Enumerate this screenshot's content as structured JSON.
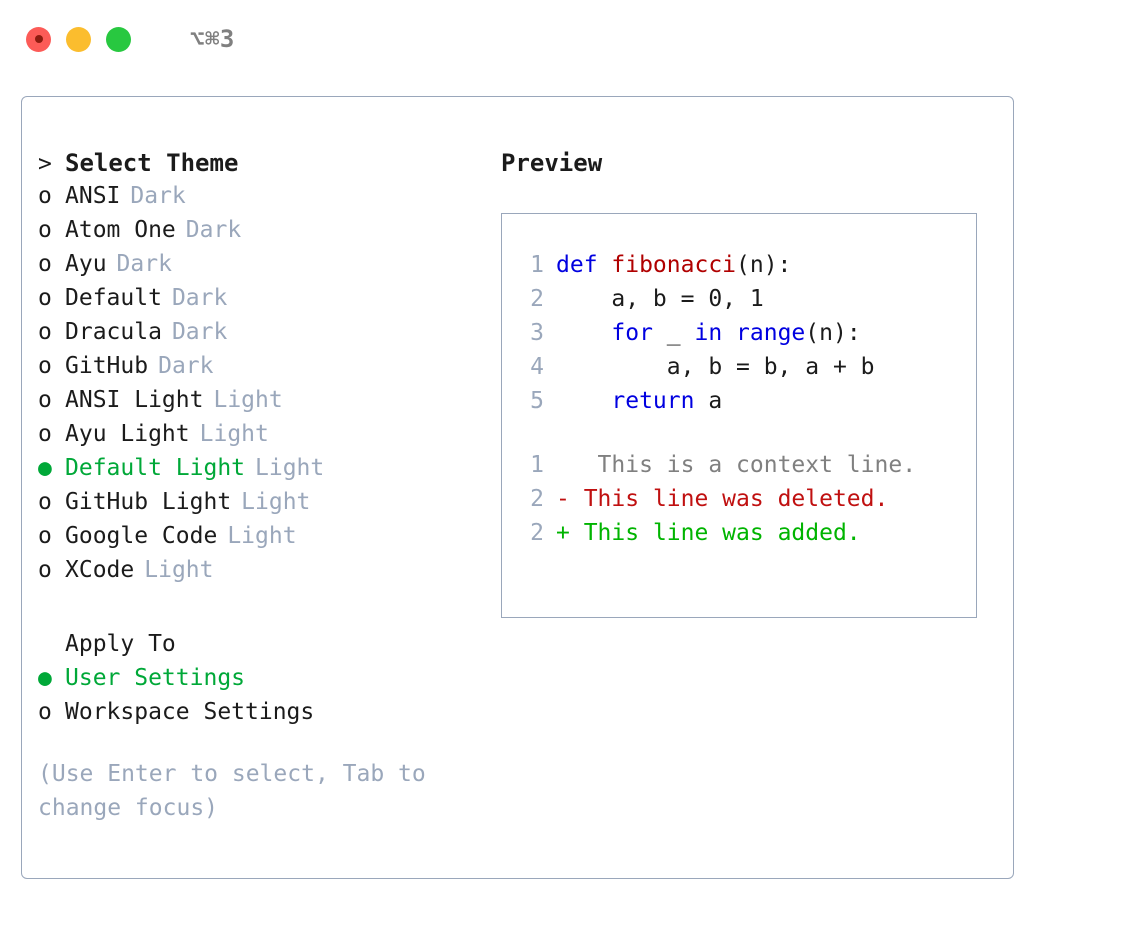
{
  "titlebar": {
    "shortcut": "⌥⌘3",
    "buttons": [
      {
        "name": "close",
        "color": "#fc5b57"
      },
      {
        "name": "minimize",
        "color": "#fbbd2e"
      },
      {
        "name": "maximize",
        "color": "#28c840"
      }
    ]
  },
  "theme_picker": {
    "header_marker": ">",
    "header": "Select Theme",
    "items": [
      {
        "marker": "o",
        "label": "ANSI",
        "tag": "Dark",
        "selected": false
      },
      {
        "marker": "o",
        "label": "Atom One",
        "tag": "Dark",
        "selected": false
      },
      {
        "marker": "o",
        "label": "Ayu",
        "tag": "Dark",
        "selected": false
      },
      {
        "marker": "o",
        "label": "Default",
        "tag": "Dark",
        "selected": false
      },
      {
        "marker": "o",
        "label": "Dracula",
        "tag": "Dark",
        "selected": false
      },
      {
        "marker": "o",
        "label": "GitHub",
        "tag": "Dark",
        "selected": false
      },
      {
        "marker": "o",
        "label": "ANSI Light",
        "tag": "Light",
        "selected": false
      },
      {
        "marker": "o",
        "label": "Ayu Light",
        "tag": "Light",
        "selected": false
      },
      {
        "marker": "●",
        "label": "Default Light",
        "tag": "Light",
        "selected": true
      },
      {
        "marker": "o",
        "label": "GitHub Light",
        "tag": "Light",
        "selected": false
      },
      {
        "marker": "o",
        "label": "Google Code",
        "tag": "Light",
        "selected": false
      },
      {
        "marker": "o",
        "label": "XCode",
        "tag": "Light",
        "selected": false
      }
    ]
  },
  "apply_to": {
    "header": "Apply To",
    "options": [
      {
        "marker": "●",
        "label": "User Settings",
        "selected": true
      },
      {
        "marker": "o",
        "label": "Workspace Settings",
        "selected": false
      }
    ]
  },
  "hint": "(Use Enter to select, Tab to change focus)",
  "preview": {
    "title": "Preview",
    "code_lines": [
      {
        "num": "1",
        "tokens": [
          {
            "t": "def ",
            "k": "kw"
          },
          {
            "t": "fibonacci",
            "k": "fn"
          },
          {
            "t": "(n):",
            "k": "txt"
          }
        ]
      },
      {
        "num": "2",
        "tokens": [
          {
            "t": "    a, b = 0, 1",
            "k": "txt"
          }
        ]
      },
      {
        "num": "3",
        "tokens": [
          {
            "t": "    ",
            "k": "txt"
          },
          {
            "t": "for",
            "k": "kw"
          },
          {
            "t": " _ ",
            "k": "txt"
          },
          {
            "t": "in",
            "k": "kw"
          },
          {
            "t": " ",
            "k": "txt"
          },
          {
            "t": "range",
            "k": "kw"
          },
          {
            "t": "(n):",
            "k": "txt"
          }
        ]
      },
      {
        "num": "4",
        "tokens": [
          {
            "t": "        a, b = b, a + b",
            "k": "txt"
          }
        ]
      },
      {
        "num": "5",
        "tokens": [
          {
            "t": "    ",
            "k": "txt"
          },
          {
            "t": "return",
            "k": "kw"
          },
          {
            "t": " a",
            "k": "txt"
          }
        ]
      }
    ],
    "diff_lines": [
      {
        "num": "1",
        "marker": " ",
        "text": "  This is a context line.",
        "kind": "context"
      },
      {
        "num": "2",
        "marker": "-",
        "text": " This line was deleted.",
        "kind": "deleted"
      },
      {
        "num": "2",
        "marker": "+",
        "text": " This line was added.",
        "kind": "added"
      }
    ]
  },
  "colors": {
    "accent_green": "#00a838",
    "muted": "#9aa7bb",
    "keyword_blue": "#0000e0",
    "function_red": "#b00000",
    "diff_deleted": "#c01010",
    "diff_added": "#00b400",
    "border": "#9aa7bb"
  }
}
